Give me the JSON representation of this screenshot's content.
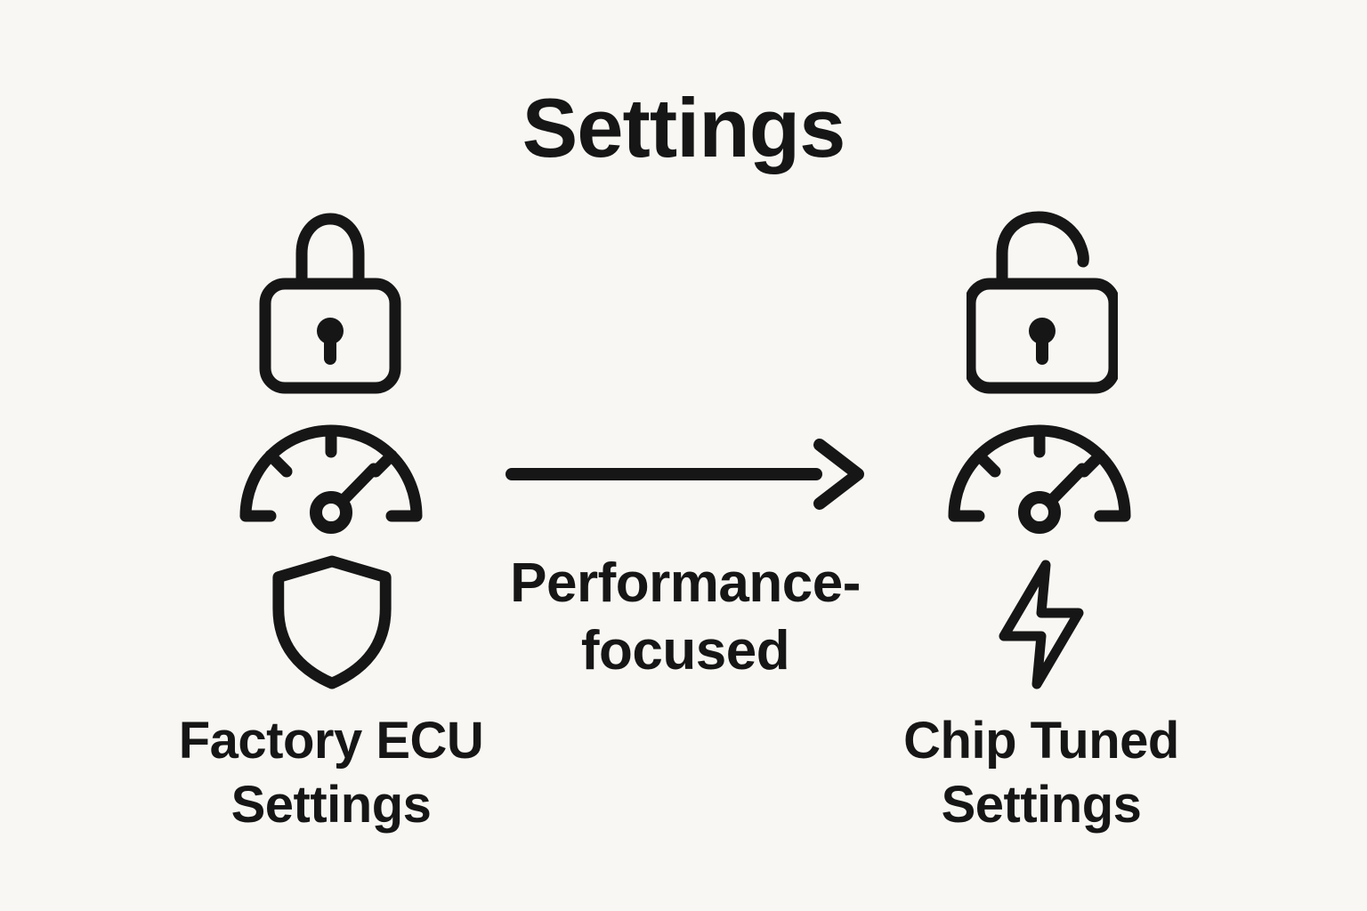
{
  "title": "Settings",
  "colors": {
    "background": "#F8F7F3",
    "ink": "#161616"
  },
  "factory": {
    "label_line1": "Factory ECU",
    "label_line2": "Settings",
    "icons": [
      "lock-closed-icon",
      "gauge-icon",
      "shield-icon"
    ]
  },
  "transition": {
    "icon": "arrow-right-icon",
    "label_line1": "Performance-",
    "label_line2": "focused"
  },
  "tuned": {
    "label_line1": "Chip Tuned",
    "label_line2": "Settings",
    "icons": [
      "lock-open-icon",
      "gauge-icon",
      "lightning-bolt-icon"
    ]
  }
}
